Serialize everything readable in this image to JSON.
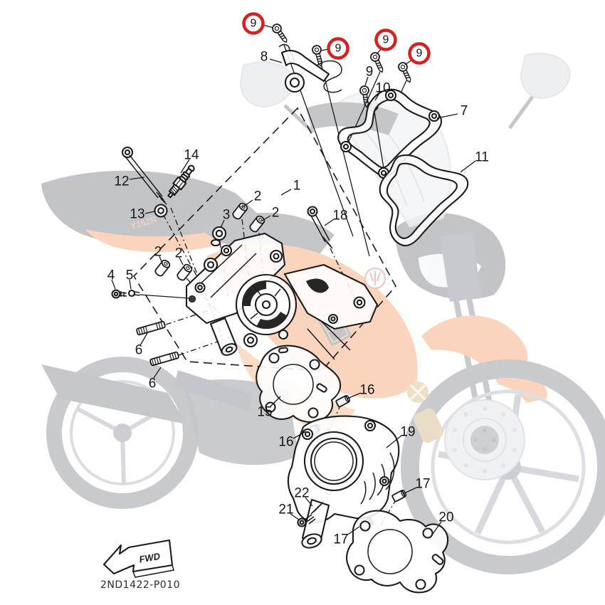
{
  "figure": {
    "part_code": "2ND1422-P010",
    "fwd_label": "FWD",
    "decal": "Y15ZR"
  },
  "callouts": {
    "1": "1",
    "2": "2",
    "3": "3",
    "4": "4",
    "5": "5",
    "6": "6",
    "7": "7",
    "8": "8",
    "9": "9",
    "10": "10",
    "11": "11",
    "12": "12",
    "13": "13",
    "14": "14",
    "15": "15",
    "16": "16",
    "17": "17",
    "18": "18",
    "19": "19",
    "20": "20",
    "21": "21",
    "22": "22"
  },
  "highlight": {
    "circled_callout": "9",
    "circle_count": 4,
    "circle_color": "#d42121"
  },
  "style": {
    "line_color": "#1b1b1b",
    "bike_orange": "#f07124",
    "bike_dark": "#343b49",
    "bike_gray": "#8f97a6",
    "disc_gray": "#ccd1d9",
    "caliper_gold": "#b6923f"
  }
}
